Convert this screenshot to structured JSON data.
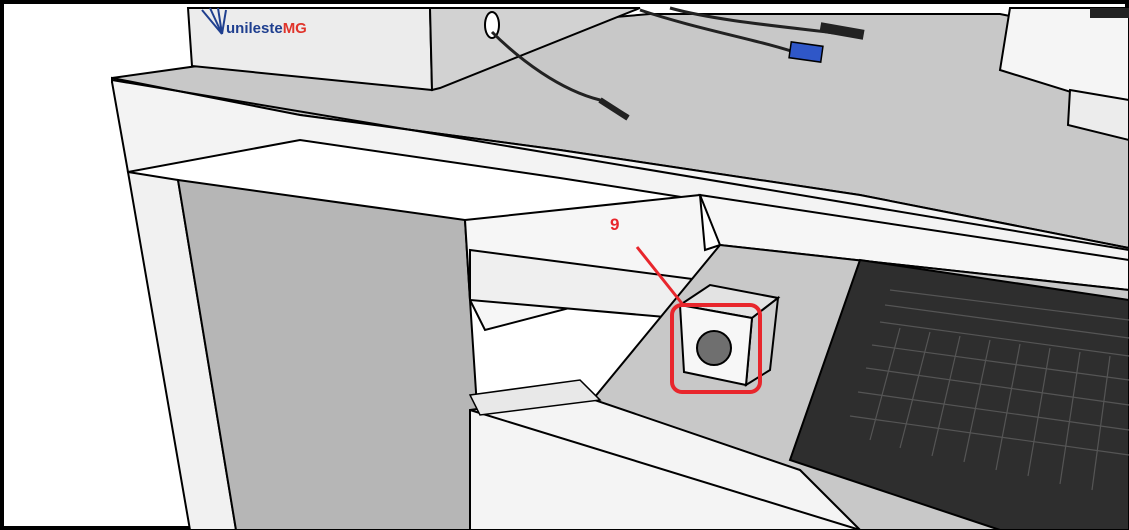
{
  "logo": {
    "name_part1": "unileste",
    "name_part2": "MG",
    "part1_color": "#1f3f8f",
    "part2_color": "#e0342b"
  },
  "callout": {
    "number": "9",
    "color": "#e8262c",
    "target": "power-button"
  },
  "colors": {
    "desk_top": "#c9c9c9",
    "desk_edge": "#f4f4f4",
    "cabinet_side": "#b8b8b8",
    "keyboard": "#2e2e2e",
    "vga_plug": "#2f57c8"
  }
}
